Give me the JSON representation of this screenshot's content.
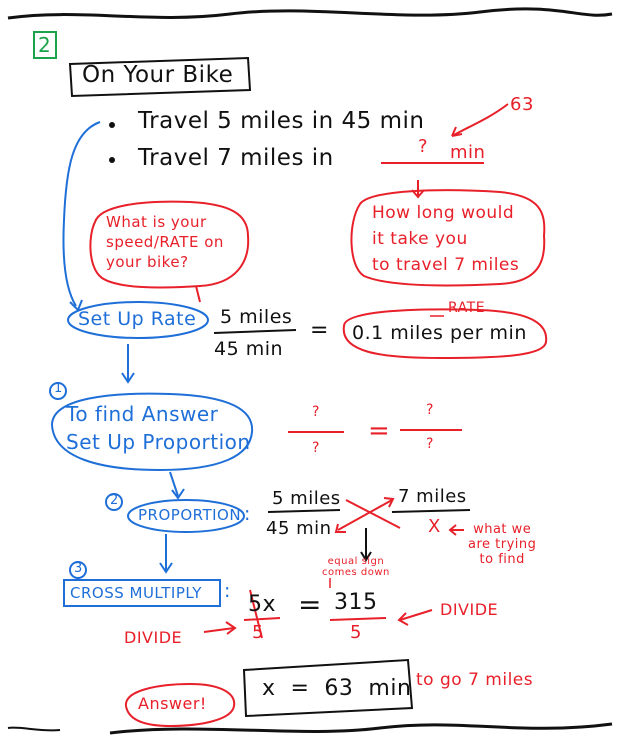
{
  "problem_number": "2",
  "title": "On Your Bike",
  "bullets": [
    {
      "text": "Travel 5 miles in 45 min"
    },
    {
      "text": "Travel 7 miles in",
      "blank": "?",
      "unit": "min"
    }
  ],
  "answer_note": "63",
  "question_bubble": [
    "What is your",
    "speed/RATE on",
    "your bike?"
  ],
  "howlong_bubble": [
    "How long would",
    "it take you",
    "to travel 7 miles"
  ],
  "step0": "Set Up Rate",
  "rate": {
    "numerator": "5 miles",
    "denominator": "45 min",
    "equals": "=",
    "label": "RATE",
    "result": "0.1  miles per min"
  },
  "step1": {
    "number": "1",
    "lines": [
      "To find Answer",
      "Set Up Proportion"
    ]
  },
  "proportion_template": {
    "a": "?",
    "b": "?",
    "c": "?",
    "d": "?",
    "equals": "="
  },
  "step2": {
    "number": "2",
    "label": "PROPORTION",
    "colon": ":"
  },
  "proportion": {
    "num_left": "5 miles",
    "den_left": "45 min",
    "num_right": "7 miles",
    "den_right": "X",
    "note": [
      "what we",
      "are trying",
      "to find"
    ]
  },
  "step3": {
    "number": "3",
    "label": "CROSS MULTIPLY",
    "colon": ":"
  },
  "equal_note": [
    "equal sign",
    "comes down"
  ],
  "cross": {
    "left_num": "5x",
    "equals": "=",
    "right_num": "315",
    "left_den": "5",
    "right_den": "5"
  },
  "divide_left": "DIVIDE",
  "divide_right": "DIVIDE",
  "answer_label": "Answer!",
  "answer": "x  =  63  min",
  "answer_suffix": "to go 7 miles"
}
